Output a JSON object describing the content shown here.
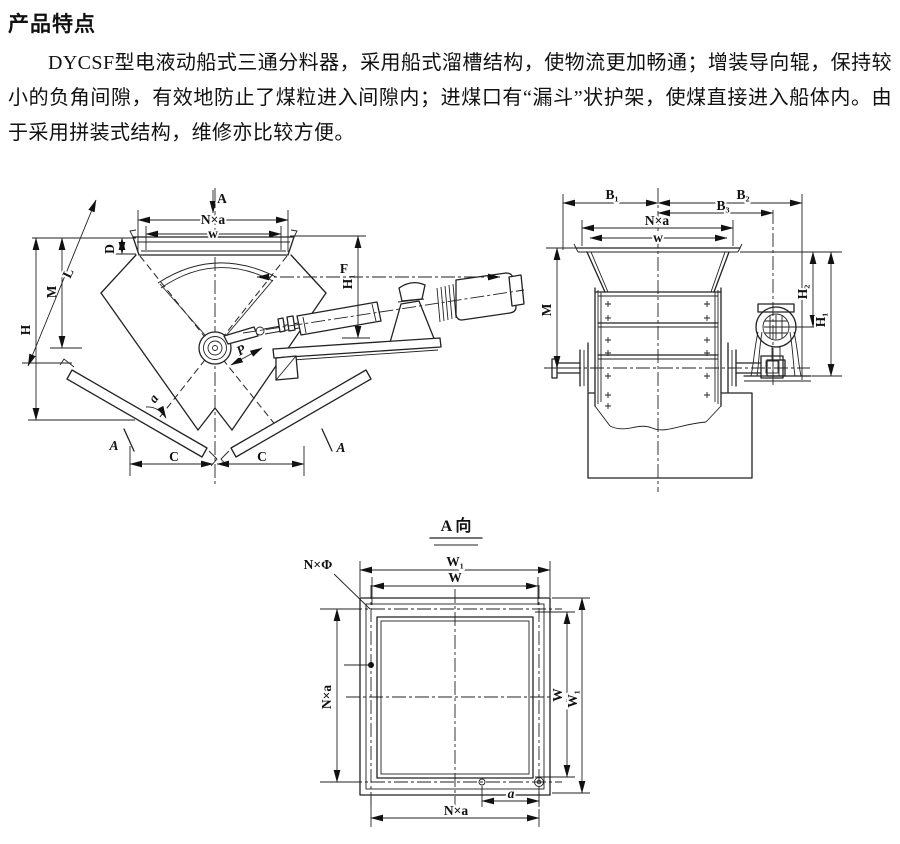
{
  "page": {
    "title": "产品特点"
  },
  "intro": {
    "text": "DYCSF型电液动船式三通分料器，采用船式溜槽结构，使物流更加畅通；增装导向辊，保持较小的负角间隙，有效地防止了煤粒进入间隙内；进煤口有“漏斗”状护架，使煤直接进入船体内。由于采用拼装式结构，维修亦比较方便。"
  },
  "side_view": {
    "labels": {
      "section_arrow": "A",
      "n_x_a": "N×a",
      "w": "w",
      "d": "D",
      "l": "L",
      "m": "M",
      "h": "H",
      "h1": "H₁",
      "f": "F",
      "p": "P",
      "angle_a": "a",
      "c_left": "C",
      "c_right": "C",
      "section_left": "A",
      "section_right": "A"
    }
  },
  "front_view": {
    "labels": {
      "b1": "B₁",
      "b2": "B₂",
      "b3": "B₃",
      "n_x_a": "N×a",
      "w": "w",
      "m": "M",
      "h2": "H₂",
      "h1": "H₁"
    }
  },
  "a_view": {
    "title": "A 向",
    "labels": {
      "n_x_phi": "N×Φ",
      "w1_top": "W₁",
      "w_top": "W",
      "n_x_a_left": "N×a",
      "w_right": "W",
      "w1_right": "W₁",
      "a_pitch": "a",
      "n_x_a_bottom": "N×a"
    }
  }
}
